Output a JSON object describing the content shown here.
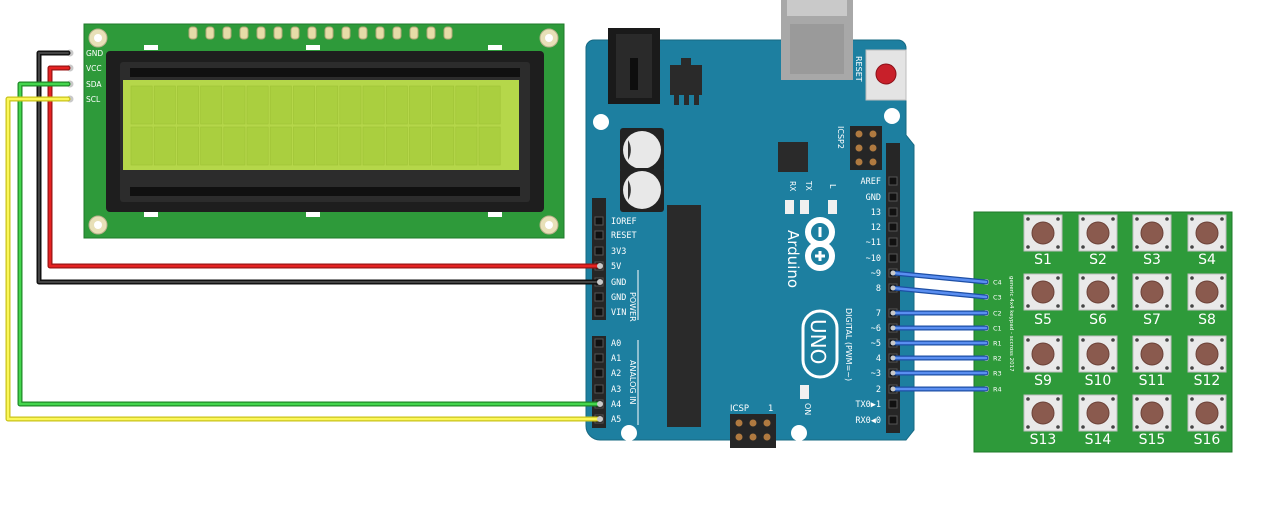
{
  "colors": {
    "pcb_green": "#2e9a3a",
    "arduino_teal": "#1d7fa0",
    "lcd_screen": "#b5d74a",
    "wire_red": "#d21f1f",
    "wire_black": "#222222",
    "wire_green": "#33c23c",
    "wire_yellow": "#f2ee3a",
    "wire_blue": "#3f76d6"
  },
  "lcd": {
    "pins": [
      "GND",
      "VCC",
      "SDA",
      "SCL"
    ]
  },
  "arduino": {
    "brand": "Arduino",
    "model": "UNO",
    "reset_label": "RESET",
    "icsp2_label": "ICSP2",
    "icsp_label": "ICSP",
    "icsp_pin1": "1",
    "on_label": "ON",
    "led_l": "L",
    "led_tx": "TX",
    "led_rx": "RX",
    "digital_header": [
      "AREF",
      "GND",
      "13",
      "12",
      "~11",
      "~10",
      "~9",
      "8",
      "7",
      "~6",
      "~5",
      "4",
      "~3",
      "2",
      "TX0▶1",
      "RX0◀0"
    ],
    "digital_label": "DIGITAL (PWM=~)",
    "power_header": [
      "IOREF",
      "RESET",
      "3V3",
      "5V",
      "GND",
      "GND",
      "VIN"
    ],
    "power_label": "POWER",
    "analog_header": [
      "A0",
      "A1",
      "A2",
      "A3",
      "A4",
      "A5"
    ],
    "analog_label": "ANALOG IN"
  },
  "keypad": {
    "pins": [
      "C4",
      "C3",
      "C2",
      "C1",
      "R1",
      "R2",
      "R3",
      "R4"
    ],
    "silk_text": "generic 4x4 keypad - sccross 2017",
    "keys": [
      "S1",
      "S2",
      "S3",
      "S4",
      "S5",
      "S6",
      "S7",
      "S8",
      "S9",
      "S10",
      "S11",
      "S12",
      "S13",
      "S14",
      "S15",
      "S16"
    ]
  }
}
